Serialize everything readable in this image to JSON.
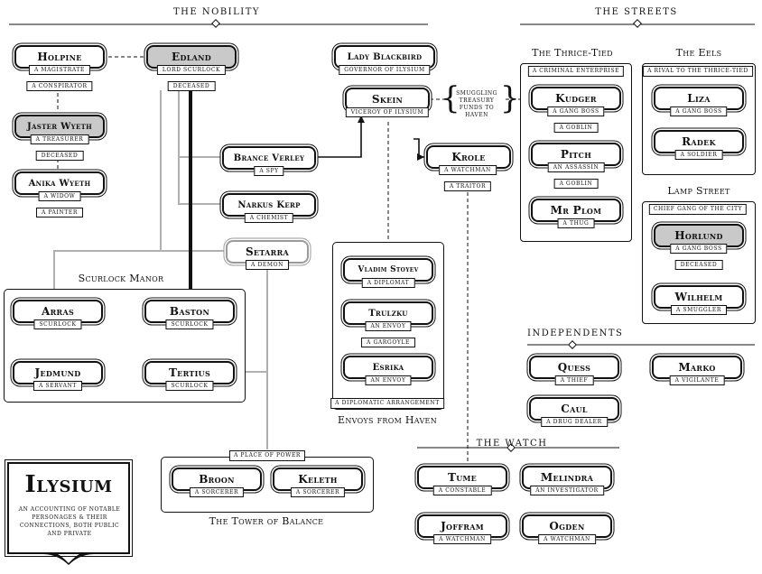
{
  "sections": {
    "nobility": "The Nobility",
    "streets": "The Streets",
    "independents": "Independents",
    "watch": "The Watch"
  },
  "groups": {
    "thrice_tied": {
      "title": "The Thrice-Tied",
      "caption": "A criminal enterprise"
    },
    "eels": {
      "title": "The Eels",
      "caption": "A rival to the Thrice-Tied"
    },
    "lamp_street": {
      "title": "Lamp Street",
      "caption": "Chief gang of the city"
    },
    "scurlock_manor": {
      "title": "Scurlock Manor"
    },
    "envoys": {
      "title": "Envoys from Haven",
      "caption": "A diplomatic arrangement"
    },
    "tower": {
      "title": "The Tower of Balance",
      "caption": "A place of power"
    }
  },
  "title_card": {
    "title": "Ilysium",
    "subtitle": "An accounting of notable personages & their connections, both public and private"
  },
  "relations": {
    "smuggling": "Smuggling treasury funds to Haven"
  },
  "people": {
    "holpine": {
      "name": "Holpine",
      "tags": [
        "A magistrate",
        "A conspirator"
      ]
    },
    "edland": {
      "name": "Edland",
      "tags": [
        "Lord Scurlock",
        "Deceased"
      ]
    },
    "jaster": {
      "name": "Jaster Wyeth",
      "tags": [
        "A treasurer",
        "Deceased"
      ]
    },
    "anika": {
      "name": "Anika Wyeth",
      "tags": [
        "A widow",
        "A painter"
      ]
    },
    "blackbird": {
      "name": "Lady Blackbird",
      "tags": [
        "Governor of Ilysium"
      ]
    },
    "skein": {
      "name": "Skein",
      "tags": [
        "Viceroy of Ilysium"
      ]
    },
    "brance": {
      "name": "Brance Verley",
      "tags": [
        "A spy"
      ]
    },
    "narkus": {
      "name": "Narkus Kerp",
      "tags": [
        "A chemist"
      ]
    },
    "krole": {
      "name": "Krole",
      "tags": [
        "A watchman",
        "A traitor"
      ]
    },
    "setarra": {
      "name": "Setarra",
      "tags": [
        "A demon"
      ]
    },
    "vladim": {
      "name": "Vladim Stoyev",
      "tags": [
        "A diplomat"
      ]
    },
    "trulzku": {
      "name": "Trulzku",
      "tags": [
        "An envoy",
        "A gargoyle"
      ]
    },
    "esrika": {
      "name": "Esrika",
      "tags": [
        "An envoy"
      ]
    },
    "arras": {
      "name": "Arras",
      "tags": [
        "Scurlock"
      ]
    },
    "baston": {
      "name": "Baston",
      "tags": [
        "Scurlock"
      ]
    },
    "jedmund": {
      "name": "Jedmund",
      "tags": [
        "A servant"
      ]
    },
    "tertius": {
      "name": "Tertius",
      "tags": [
        "Scurlock"
      ]
    },
    "kudger": {
      "name": "Kudger",
      "tags": [
        "A gang boss",
        "A goblin"
      ]
    },
    "pitch": {
      "name": "Pitch",
      "tags": [
        "An assassin",
        "A goblin"
      ]
    },
    "plom": {
      "name": "Mr Plom",
      "tags": [
        "A thug"
      ]
    },
    "liza": {
      "name": "Liza",
      "tags": [
        "A gang boss"
      ]
    },
    "radek": {
      "name": "Radek",
      "tags": [
        "A soldier"
      ]
    },
    "horlund": {
      "name": "Horlund",
      "tags": [
        "A gang boss",
        "Deceased"
      ]
    },
    "wilhelm": {
      "name": "Wilhelm",
      "tags": [
        "A smuggler"
      ]
    },
    "quess": {
      "name": "Quess",
      "tags": [
        "A thief"
      ]
    },
    "marko": {
      "name": "Marko",
      "tags": [
        "A vigilante"
      ]
    },
    "caul": {
      "name": "Caul",
      "tags": [
        "A drug dealer"
      ]
    },
    "broon": {
      "name": "Broon",
      "tags": [
        "A sorcerer"
      ]
    },
    "keleth": {
      "name": "Keleth",
      "tags": [
        "A sorcerer"
      ]
    },
    "tume": {
      "name": "Tume",
      "tags": [
        "A constable"
      ]
    },
    "melindra": {
      "name": "Melindra",
      "tags": [
        "An investigator"
      ]
    },
    "joffram": {
      "name": "Joffram",
      "tags": [
        "A watchman"
      ]
    },
    "ogden": {
      "name": "Ogden",
      "tags": [
        "A watchman"
      ]
    }
  }
}
